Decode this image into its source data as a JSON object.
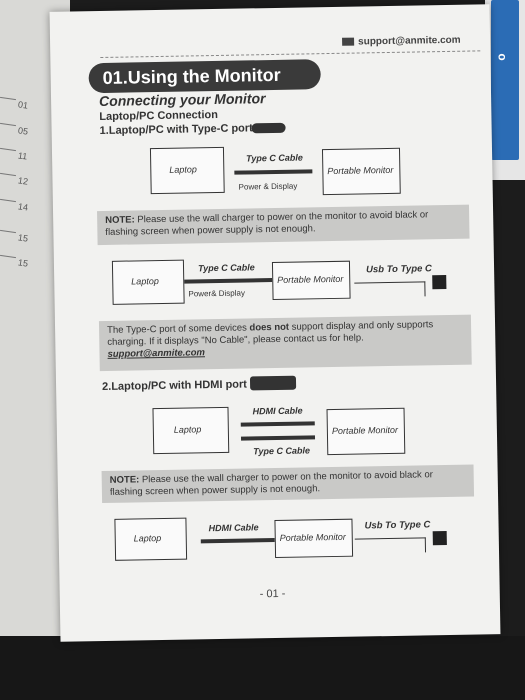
{
  "left_margin": {
    "numbers": [
      "01",
      "05",
      "11",
      "12",
      "14",
      "15",
      "15"
    ]
  },
  "right_book": {
    "letters": "o"
  },
  "header": {
    "email": "support@anmite.com"
  },
  "section": {
    "title": "01.Using the Monitor",
    "subtitle": "Connecting your Monitor",
    "heading": "Laptop/PC Connection"
  },
  "typec": {
    "heading": "1.Laptop/PC with Type-C port",
    "diagram1": {
      "laptop": "Laptop",
      "cable": "Type C Cable",
      "function": "Power & Display",
      "monitor": "Portable Monitor"
    },
    "note1_label": "NOTE:",
    "note1_text": " Please use the wall charger to power on the monitor to avoid black or flashing screen when power supply is not enough.",
    "diagram2": {
      "laptop": "Laptop",
      "cable": "Type C Cable",
      "function": "Power& Display",
      "monitor": "Portable Monitor",
      "usb": "Usb To Type C"
    },
    "note2_part1": "The Type-C port of some devices ",
    "note2_bold": "does not",
    "note2_part2": " support display and only supports charging. If it displays \"No Cable\", please contact us for help.",
    "note2_email": "support@anmite.com"
  },
  "hdmi": {
    "heading": "2.Laptop/PC with HDMI port",
    "diagram1": {
      "laptop": "Laptop",
      "cable1": "HDMI Cable",
      "cable2": "Type C Cable",
      "monitor": "Portable Monitor"
    },
    "note_label": "NOTE:",
    "note_text": " Please use the wall charger to power on the monitor to avoid black or flashing screen when power supply is not enough.",
    "diagram2": {
      "laptop": "Laptop",
      "cable": "HDMI Cable",
      "monitor": "Portable Monitor",
      "usb": "Usb To Type C"
    }
  },
  "footer": {
    "page": "- 01 -"
  }
}
